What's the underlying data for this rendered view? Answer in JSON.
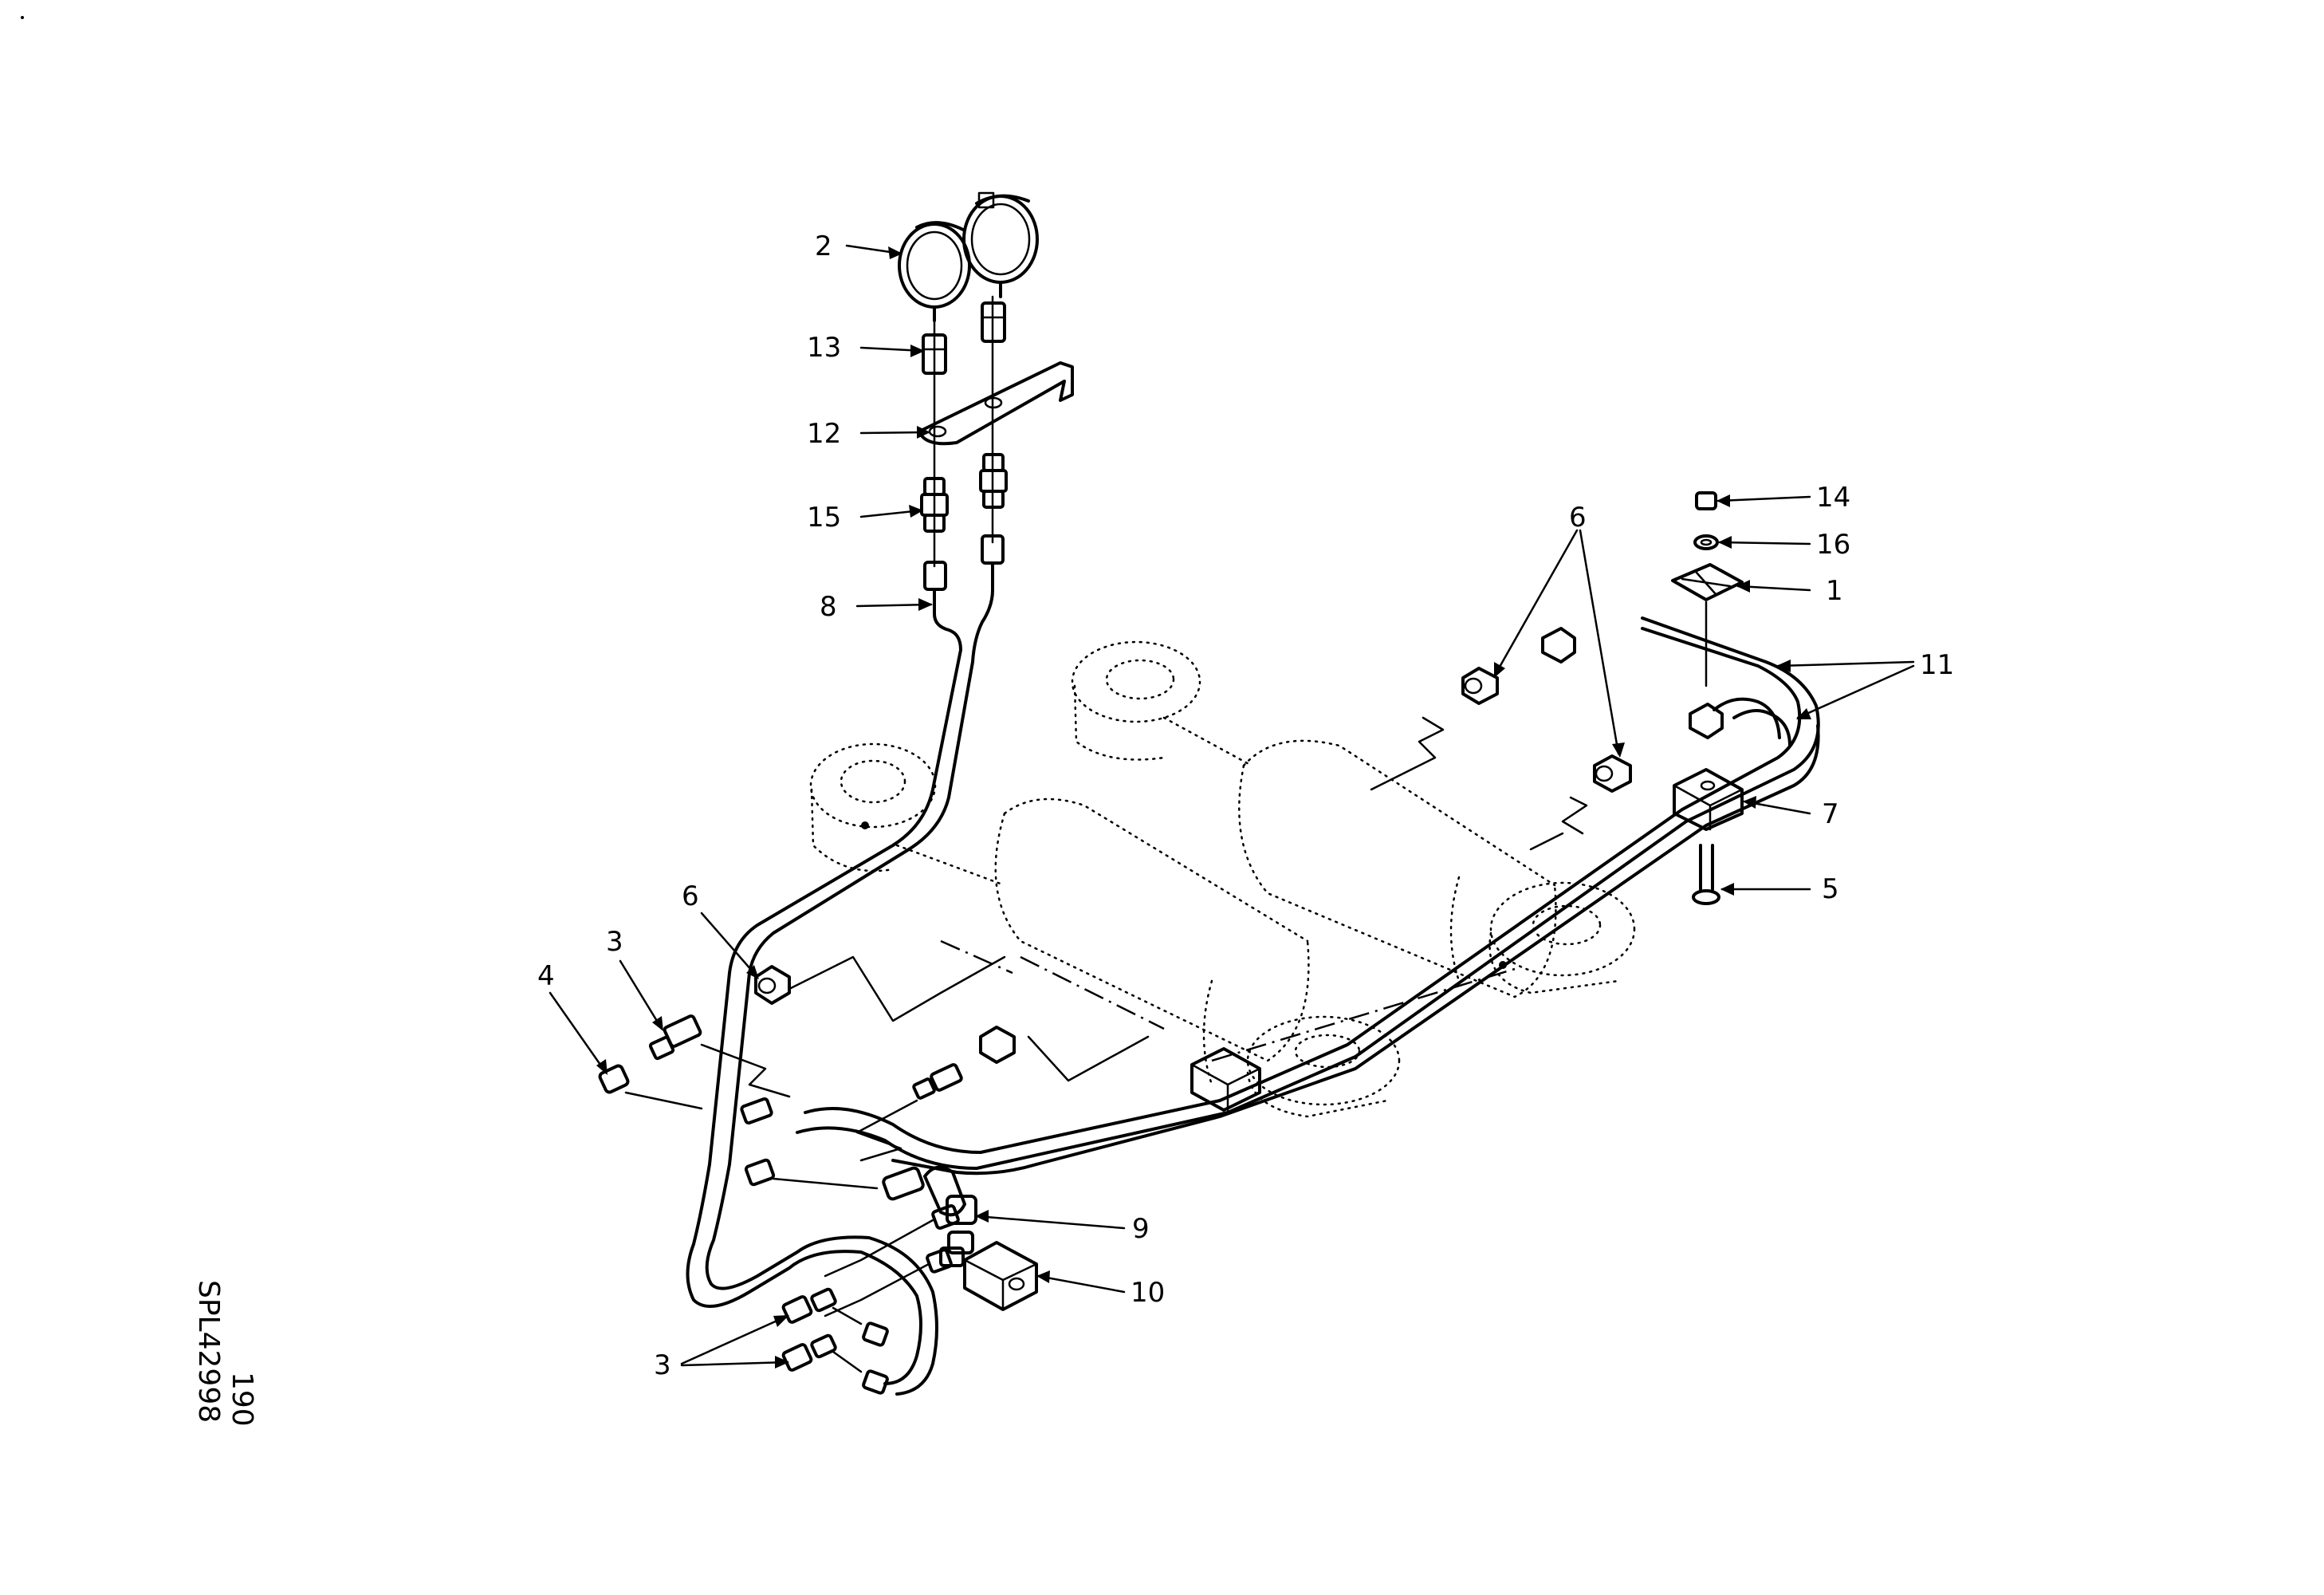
{
  "drawing": {
    "part_ref_number": "190",
    "drawing_code": "SPL42998"
  },
  "callouts": [
    {
      "id": "c2a",
      "label": "2"
    },
    {
      "id": "c13",
      "label": "13"
    },
    {
      "id": "c12",
      "label": "12"
    },
    {
      "id": "c15",
      "label": "15"
    },
    {
      "id": "c8",
      "label": "8"
    },
    {
      "id": "c6a",
      "label": "6"
    },
    {
      "id": "c14",
      "label": "14"
    },
    {
      "id": "c16",
      "label": "16"
    },
    {
      "id": "c1",
      "label": "1"
    },
    {
      "id": "c11",
      "label": "11"
    },
    {
      "id": "c7",
      "label": "7"
    },
    {
      "id": "c5",
      "label": "5"
    },
    {
      "id": "c6b",
      "label": "6"
    },
    {
      "id": "c3a",
      "label": "3"
    },
    {
      "id": "c4",
      "label": "4"
    },
    {
      "id": "c9",
      "label": "9"
    },
    {
      "id": "c10",
      "label": "10"
    },
    {
      "id": "c3b",
      "label": "3"
    }
  ]
}
